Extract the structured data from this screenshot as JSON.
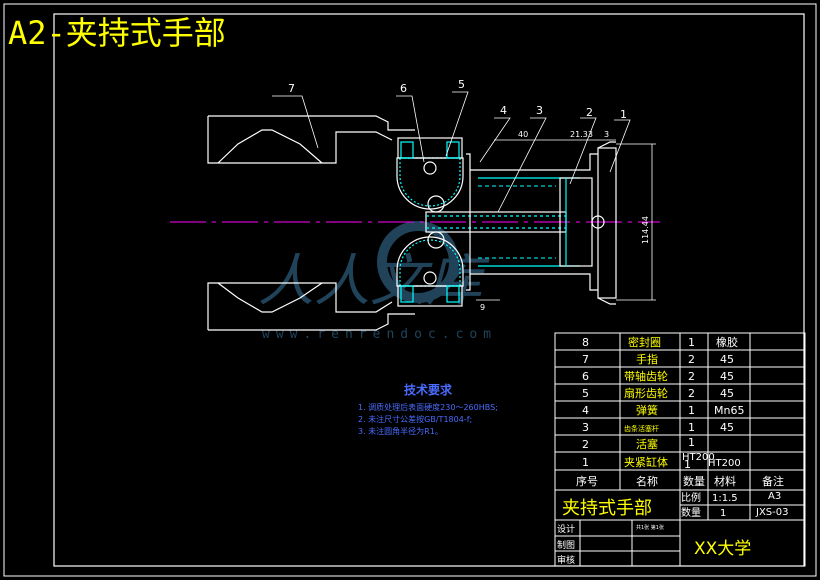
{
  "title": "A2-夹持式手部",
  "part_callouts": [
    "7",
    "6",
    "5",
    "4",
    "3",
    "2",
    "1"
  ],
  "dimensions": {
    "d1": "40",
    "d2": "21.33",
    "d3": "3",
    "d4": "114.44",
    "d5": "9"
  },
  "watermark": {
    "text": "人人文库",
    "url": "www.renrendoc.com"
  },
  "tech_requirements": {
    "heading": "技术要求",
    "items": [
      "1. 调质处理后表面硬度230～260HBS;",
      "2. 未注尺寸公差按GB/T1804-f;",
      "3. 未注圆角半径为R1。"
    ]
  },
  "bom": {
    "rows": [
      {
        "no": "8",
        "name": "密封圈",
        "qty": "1",
        "material": "橡胶",
        "note": ""
      },
      {
        "no": "7",
        "name": "手指",
        "qty": "2",
        "material": "45",
        "note": ""
      },
      {
        "no": "6",
        "name": "带轴齿轮",
        "qty": "2",
        "material": "45",
        "note": ""
      },
      {
        "no": "5",
        "name": "扇形齿轮",
        "qty": "2",
        "material": "45",
        "note": ""
      },
      {
        "no": "4",
        "name": "弹簧",
        "qty": "1",
        "material": "Mn65",
        "note": ""
      },
      {
        "no": "3",
        "name": "齿条活塞杆",
        "qty": "1",
        "material": "45",
        "note": ""
      },
      {
        "no": "2",
        "name": "活塞",
        "qty": "1",
        "material": "HT200",
        "note": ""
      },
      {
        "no": "1",
        "name": "夹紧缸体",
        "qty": "1",
        "material": "HT200",
        "note": ""
      }
    ],
    "header": {
      "no": "序号",
      "name": "名称",
      "qty": "数量",
      "material": "材料",
      "note": "备注"
    }
  },
  "title_block": {
    "drawing_name": "夹持式手部",
    "scale_label": "比例",
    "scale_value": "1:1.5",
    "sheet": "A3",
    "qty_label": "数量",
    "qty_value": "1",
    "drawing_no": "JXS-03",
    "design_label": "设计",
    "draw_label": "制图",
    "review_label": "审核",
    "small_text": "共1张 第1张",
    "school": "XX大学"
  },
  "colors": {
    "background": "#000000",
    "frame": "#ffffff",
    "title": "#ffff00",
    "cyan": "#00ffff",
    "centerline": "#ff00ff",
    "note": "#4a6cff",
    "watermark": "#2b5a78"
  }
}
